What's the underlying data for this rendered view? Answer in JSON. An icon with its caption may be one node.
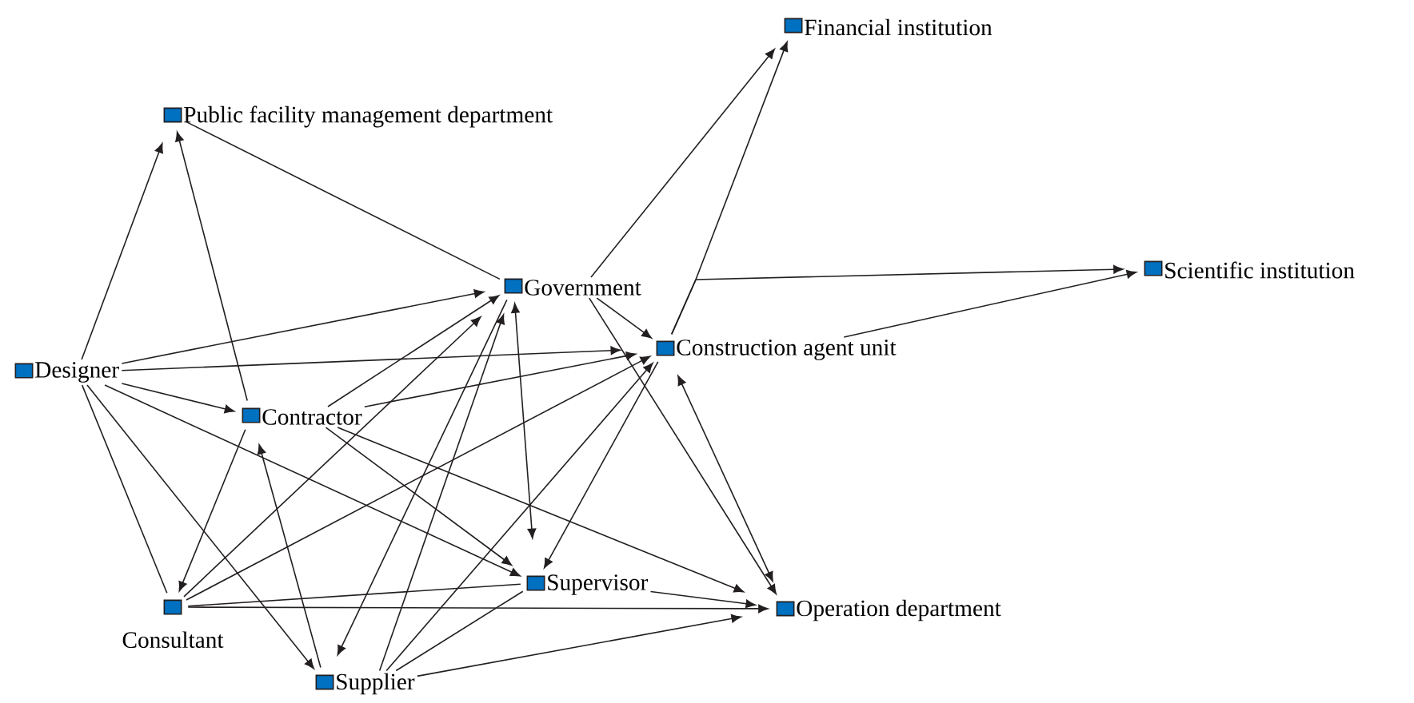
{
  "diagram": {
    "nodes": [
      {
        "text": [
          "Public facility management department"
        ]
      },
      {
        "text": [
          "Financial institution"
        ]
      },
      {
        "text": [
          "Government"
        ]
      },
      {
        "text": [
          "Scientific institution"
        ]
      },
      {
        "text": [
          "Designer"
        ]
      },
      {
        "text": [
          "Construction agent unit"
        ]
      },
      {
        "text": [
          "Contractor"
        ]
      },
      {
        "text": [
          "Supervisor"
        ]
      },
      {
        "text": [
          "Consultant"
        ]
      },
      {
        "text": [
          "Operation department"
        ]
      },
      {
        "text": [
          "Supplier"
        ]
      }
    ],
    "edges": [
      {
        "from": 4,
        "to": 0,
        "arrow": "to"
      },
      {
        "from": 6,
        "to": 0,
        "arrow": "to"
      },
      {
        "from": 0,
        "to": 2,
        "arrow": "none"
      },
      {
        "from": 2,
        "to": 1,
        "arrow": "to"
      },
      {
        "from": 5,
        "to": 1,
        "arrow": "to"
      },
      {
        "from": 5,
        "to": 3,
        "arrow": "to"
      },
      {
        "from": 5,
        "to": 3,
        "arrow": "to"
      },
      {
        "from": 4,
        "to": 2,
        "arrow": "to"
      },
      {
        "from": 4,
        "to": 5,
        "arrow": "to"
      },
      {
        "from": 4,
        "to": 6,
        "arrow": "to"
      },
      {
        "from": 4,
        "to": 7,
        "arrow": "to"
      },
      {
        "from": 4,
        "to": 8,
        "arrow": "none"
      },
      {
        "from": 4,
        "to": 10,
        "arrow": "to"
      },
      {
        "from": 6,
        "to": 2,
        "arrow": "to"
      },
      {
        "from": 6,
        "to": 5,
        "arrow": "to"
      },
      {
        "from": 6,
        "to": 7,
        "arrow": "to"
      },
      {
        "from": 6,
        "to": 9,
        "arrow": "to"
      },
      {
        "from": 6,
        "to": 8,
        "arrow": "to"
      },
      {
        "from": 10,
        "to": 6,
        "arrow": "to"
      },
      {
        "from": 8,
        "to": 2,
        "arrow": "to"
      },
      {
        "from": 8,
        "to": 5,
        "arrow": "to"
      },
      {
        "from": 8,
        "to": 7,
        "arrow": "none"
      },
      {
        "from": 8,
        "to": 9,
        "arrow": "to"
      },
      {
        "from": 10,
        "to": 2,
        "arrow": "to"
      },
      {
        "from": 2,
        "to": 10,
        "arrow": "to"
      },
      {
        "from": 10,
        "to": 5,
        "arrow": "to"
      },
      {
        "from": 10,
        "to": 7,
        "arrow": "none"
      },
      {
        "from": 10,
        "to": 9,
        "arrow": "to"
      },
      {
        "from": 2,
        "to": 5,
        "arrow": "to"
      },
      {
        "from": 2,
        "to": 9,
        "arrow": "to"
      },
      {
        "from": 2,
        "to": 7,
        "arrow": "both"
      },
      {
        "from": 5,
        "to": 7,
        "arrow": "to"
      },
      {
        "from": 5,
        "to": 9,
        "arrow": "both"
      },
      {
        "from": 7,
        "to": 9,
        "arrow": "to"
      }
    ]
  }
}
